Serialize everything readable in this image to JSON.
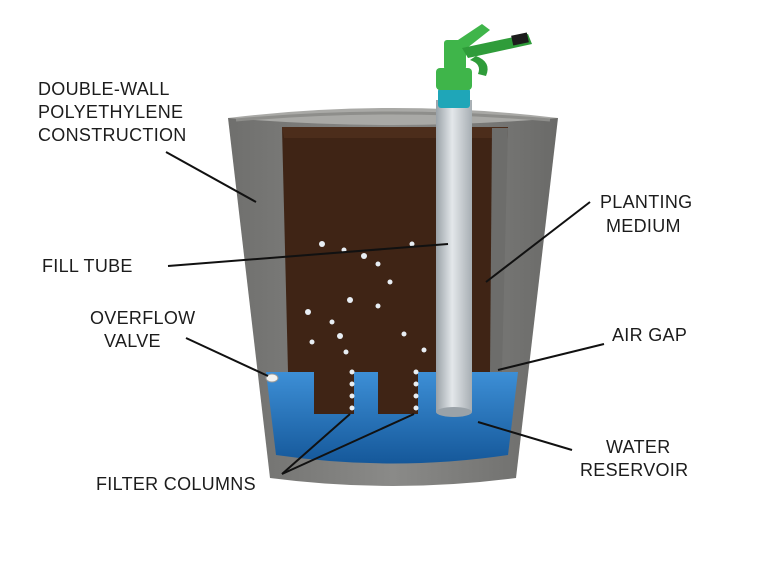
{
  "labels": {
    "double_wall": [
      "DOUBLE-WALL",
      "POLYETHYLENE",
      "CONSTRUCTION"
    ],
    "fill_tube": "FILL TUBE",
    "overflow_valve": [
      "OVERFLOW",
      "VALVE"
    ],
    "filter_columns": "FILTER COLUMNS",
    "planting_medium": [
      "PLANTING",
      "MEDIUM"
    ],
    "air_gap": "AIR GAP",
    "water_reservoir": [
      "WATER",
      "RESERVOIR"
    ]
  },
  "colors": {
    "background": "#ffffff",
    "pot_wall": "#7b7b79",
    "pot_wall_dark": "#5e5e5c",
    "pot_rim": "#a9a9a6",
    "soil": "#3f2415",
    "water": "#1e6fb8",
    "water_light": "#3d8fd6",
    "tube": "#c9cfd3",
    "nozzle_green": "#3fb54a",
    "connector_teal": "#1fa6b8",
    "leader_line": "#111111",
    "text": "#1c1c1c"
  },
  "icons": [
    "hose-nozzle-icon",
    "air-bubble-icon"
  ]
}
